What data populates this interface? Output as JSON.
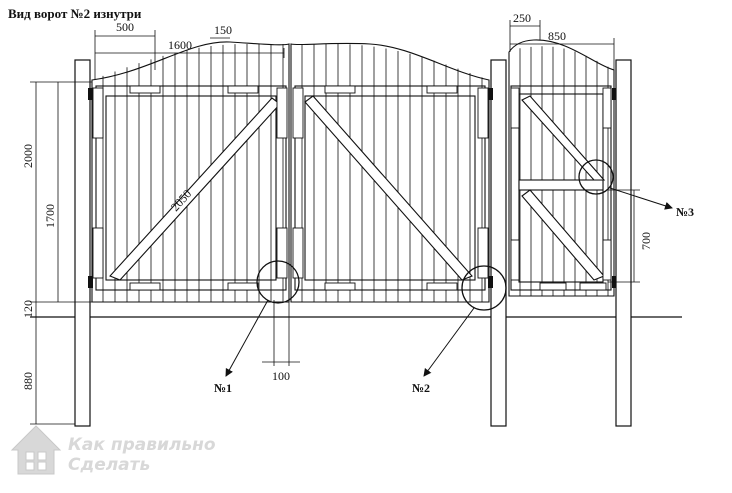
{
  "title": "Вид ворот №2 изнутри",
  "dimensions": {
    "d500": "500",
    "d1600": "1600",
    "d150": "150",
    "d250": "250",
    "d850": "850",
    "d2000": "2000",
    "d1700": "1700",
    "d2050": "2050",
    "d120": "120",
    "d880": "880",
    "d100": "100",
    "d700": "700"
  },
  "callouts": {
    "n1": "№1",
    "n2": "№2",
    "n3": "№3"
  },
  "watermark": {
    "line1": "Как правильно",
    "line2": "Сделать"
  },
  "colors": {
    "line": "#111111",
    "paper": "#ffffff",
    "watermark": "#d8d8d8"
  }
}
